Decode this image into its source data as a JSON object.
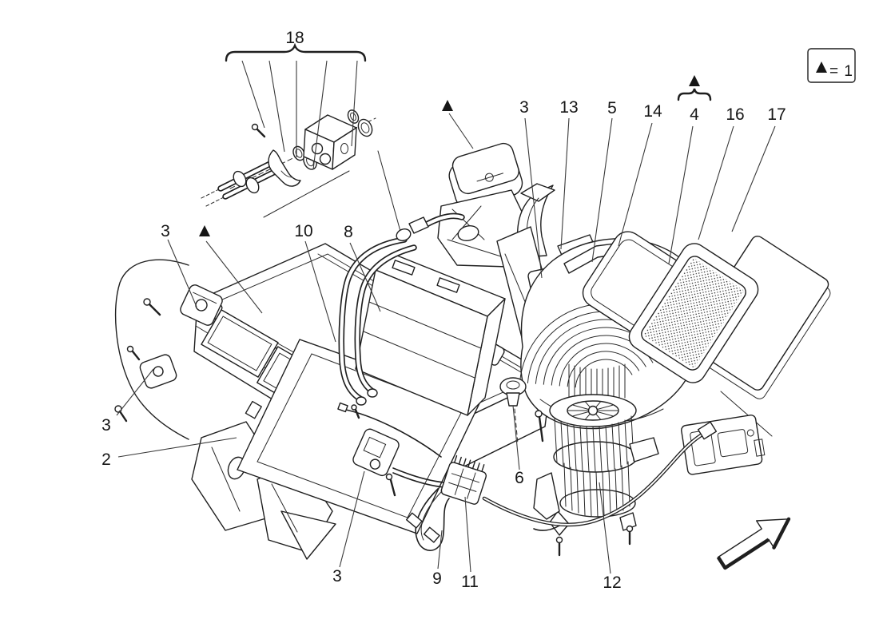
{
  "diagram": {
    "background": "#ffffff",
    "ink": "#1f1f1f",
    "legend": {
      "triangle_symbol": "▲",
      "text": "= 1"
    },
    "markers": {
      "triangle_symbol": "▲"
    },
    "callouts": {
      "valve_assembly": "18",
      "actuator_upper": "3",
      "sensor": "13",
      "housing_cover": "5",
      "intake_frame": "14",
      "filter_kit": "4",
      "filter_frame": "16",
      "filter_element": "17",
      "actuator_left": "3",
      "pipe_upper": "10",
      "pipe_evaporator": "8",
      "actuator_lower_left": "3",
      "lower_duct": "2",
      "actuator_bottom": "3",
      "harness": "9",
      "resistor": "11",
      "grommet": "6",
      "blower_motor": "12"
    }
  }
}
